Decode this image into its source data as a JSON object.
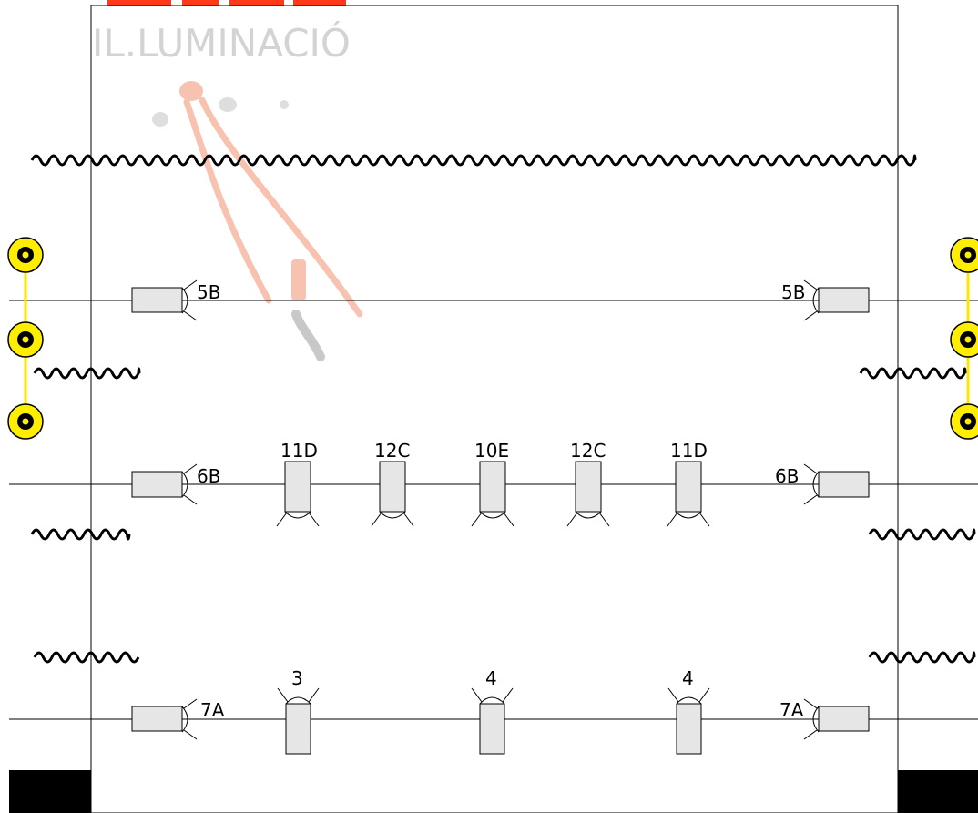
{
  "title": "IL.LUMINACIÓ",
  "colors": {
    "title_text": "#d3d3d3",
    "title_top_fragment": "#ff3a1a",
    "fixture_fill": "#e6e6e6",
    "fixture_stroke": "#000000",
    "pipe_line": "#000000",
    "frame_line": "#000000",
    "curtain": "#000000",
    "speaker_fill": "#ffee00",
    "speaker_link": "#ffe600",
    "figure_peach": "#f7b8a4",
    "figure_grey": "#bfbfbf",
    "stage_block": "#000000"
  },
  "rows": [
    {
      "name": "row-1",
      "side_fixtures": {
        "left_label": "5B",
        "right_label": "5B"
      },
      "center_fixtures": []
    },
    {
      "name": "row-2",
      "side_fixtures": {
        "left_label": "6B",
        "right_label": "6B"
      },
      "center_fixtures": [
        {
          "label": "11D",
          "direction": "down"
        },
        {
          "label": "12C",
          "direction": "down"
        },
        {
          "label": "10E",
          "direction": "down"
        },
        {
          "label": "12C",
          "direction": "down"
        },
        {
          "label": "11D",
          "direction": "down"
        }
      ]
    },
    {
      "name": "row-3",
      "side_fixtures": {
        "left_label": "7A",
        "right_label": "7A"
      },
      "center_fixtures": [
        {
          "label": "3",
          "direction": "up"
        },
        {
          "label": "4",
          "direction": "up"
        },
        {
          "label": "4",
          "direction": "up"
        }
      ]
    }
  ],
  "speakers": {
    "left_count": 3,
    "right_count": 3,
    "icon": "speaker-icon"
  }
}
